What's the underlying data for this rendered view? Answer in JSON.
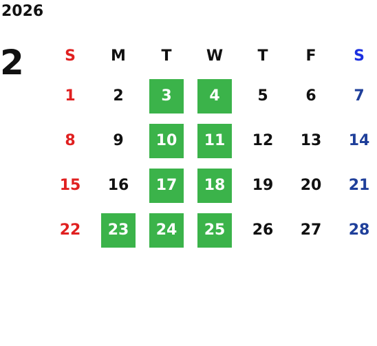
{
  "year": "2026",
  "month": "2",
  "colors": {
    "sunday": "#e02020",
    "saturday_header": "#1b2fe0",
    "saturday": "#1f3f9a",
    "weekday": "#111111",
    "highlight_bg": "#3bb34a",
    "highlight_text": "#ffffff"
  },
  "weekdays": [
    "S",
    "M",
    "T",
    "W",
    "T",
    "F",
    "S"
  ],
  "weeks": [
    [
      {
        "d": "1"
      },
      {
        "d": "2"
      },
      {
        "d": "3",
        "hl": true
      },
      {
        "d": "4",
        "hl": true
      },
      {
        "d": "5"
      },
      {
        "d": "6"
      },
      {
        "d": "7"
      }
    ],
    [
      {
        "d": "8"
      },
      {
        "d": "9"
      },
      {
        "d": "10",
        "hl": true
      },
      {
        "d": "11",
        "hl": true
      },
      {
        "d": "12"
      },
      {
        "d": "13"
      },
      {
        "d": "14"
      }
    ],
    [
      {
        "d": "15"
      },
      {
        "d": "16"
      },
      {
        "d": "17",
        "hl": true
      },
      {
        "d": "18",
        "hl": true
      },
      {
        "d": "19"
      },
      {
        "d": "20"
      },
      {
        "d": "21"
      }
    ],
    [
      {
        "d": "22"
      },
      {
        "d": "23",
        "hl": true
      },
      {
        "d": "24",
        "hl": true
      },
      {
        "d": "25",
        "hl": true
      },
      {
        "d": "26"
      },
      {
        "d": "27"
      },
      {
        "d": "28"
      }
    ]
  ]
}
